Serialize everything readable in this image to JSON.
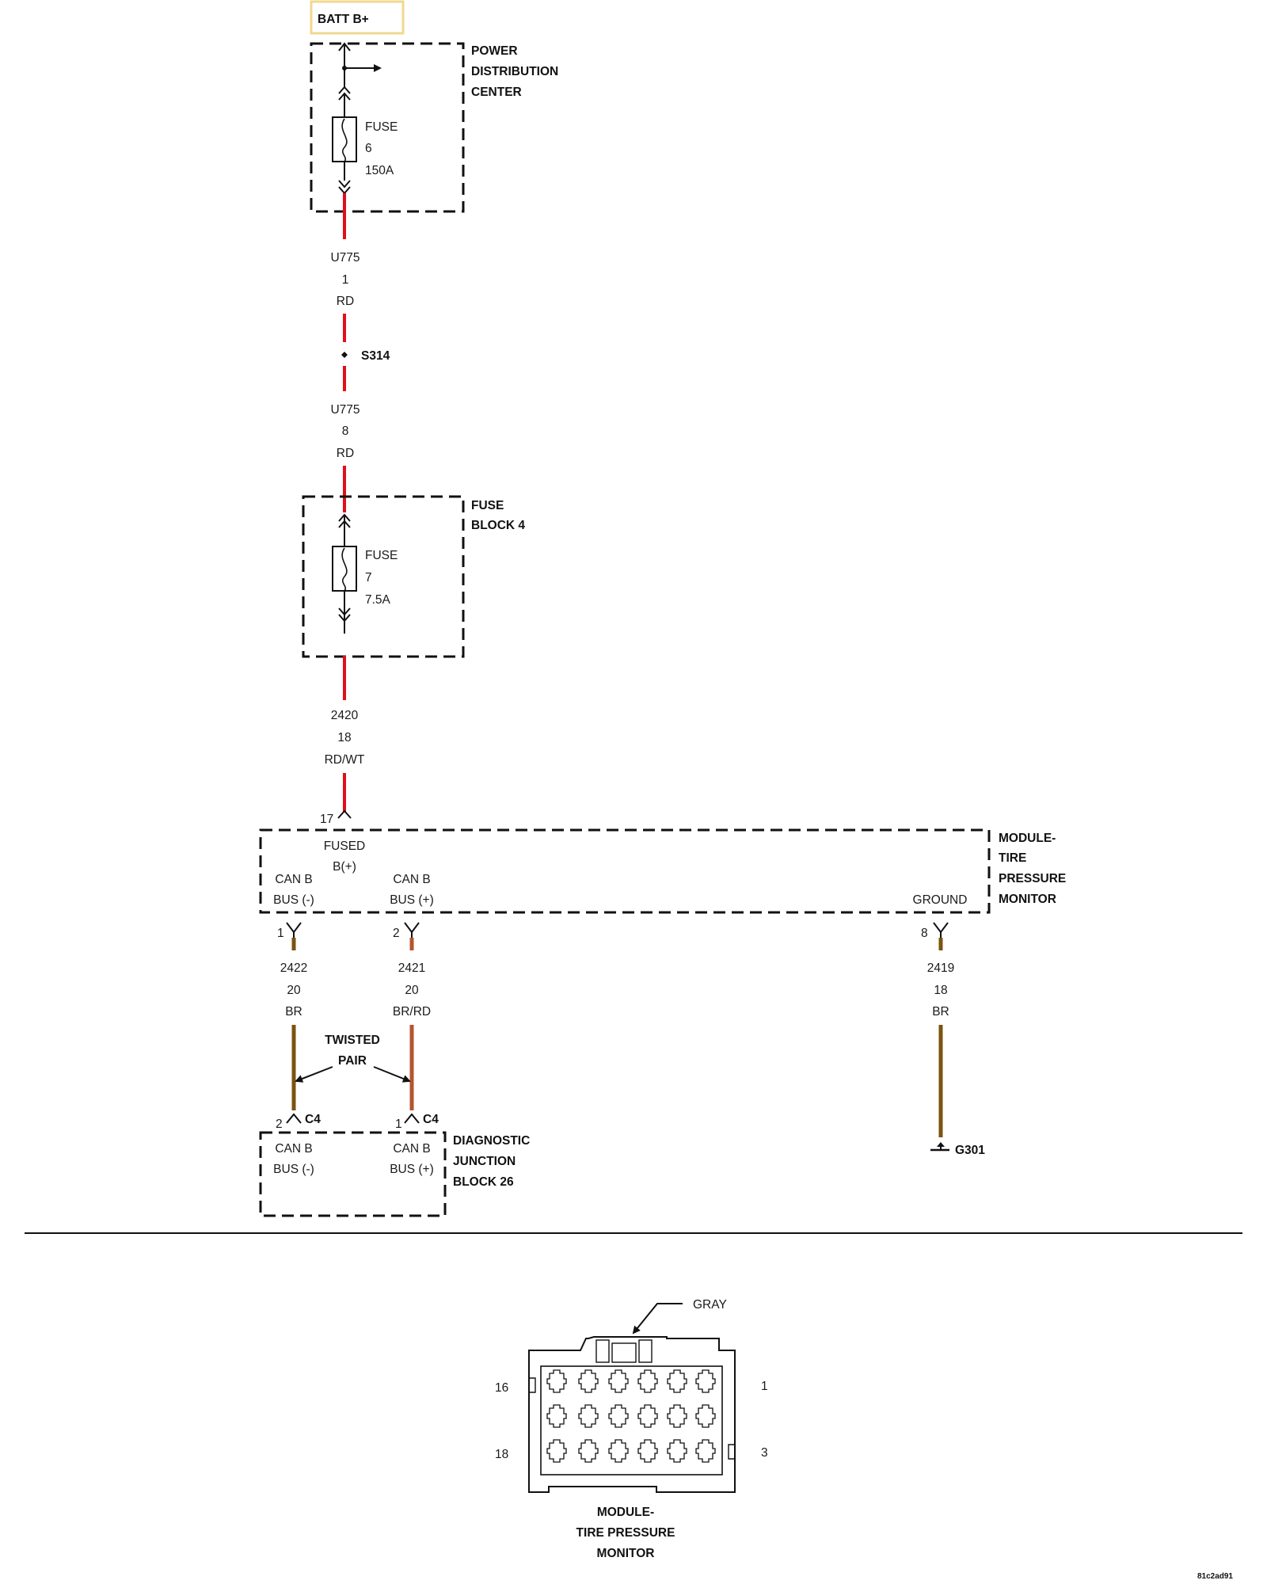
{
  "batt_label": "BATT B+",
  "pdc": {
    "name": [
      "POWER",
      "DISTRIBUTION",
      "CENTER"
    ],
    "fuse": [
      "FUSE",
      "6",
      "150A"
    ]
  },
  "wire_pdc_splice": [
    "U775",
    "1",
    "RD"
  ],
  "splice": "S314",
  "wire_splice_fb": [
    "U775",
    "8",
    "RD"
  ],
  "fuse_block": {
    "name": [
      "FUSE",
      "BLOCK 4"
    ],
    "fuse": [
      "FUSE",
      "7",
      "7.5A"
    ]
  },
  "wire_fb_module": [
    "2420",
    "18",
    "RD/WT"
  ],
  "module": {
    "name": [
      "MODULE-",
      "TIRE",
      "PRESSURE",
      "MONITOR"
    ],
    "pin_fused": "17",
    "fused_label": [
      "FUSED",
      "B(+)"
    ],
    "canb_minus": [
      "CAN B",
      "BUS (-)"
    ],
    "canb_plus": [
      "CAN B",
      "BUS (+)"
    ],
    "ground": "GROUND",
    "pin_canb_minus": "1",
    "pin_canb_plus": "2",
    "pin_ground": "8"
  },
  "wire_canb_minus": [
    "2422",
    "20",
    "BR"
  ],
  "wire_canb_plus": [
    "2421",
    "20",
    "BR/RD"
  ],
  "wire_ground": [
    "2419",
    "18",
    "BR"
  ],
  "twisted_pair": [
    "TWISTED",
    "PAIR"
  ],
  "djb": {
    "name": [
      "DIAGNOSTIC",
      "JUNCTION",
      "BLOCK 26"
    ],
    "pin_canb_minus": "2",
    "pin_canb_plus": "1",
    "connector": "C4",
    "canb_minus": [
      "CAN B",
      "BUS (-)"
    ],
    "canb_plus": [
      "CAN B",
      "BUS (+)"
    ]
  },
  "ground_point": "G301",
  "connector_view": {
    "color": "GRAY",
    "pin_top_left": "16",
    "pin_top_right": "1",
    "pin_bottom_left": "18",
    "pin_bottom_right": "3",
    "title": [
      "MODULE-",
      "TIRE PRESSURE",
      "MONITOR"
    ]
  },
  "image_code": "81c2ad91",
  "colors": {
    "red_wire": "#e0101a",
    "brown_wire": "#7a5410",
    "brown_red_wire": "#b5542e",
    "batt_box": "#f0d890"
  }
}
